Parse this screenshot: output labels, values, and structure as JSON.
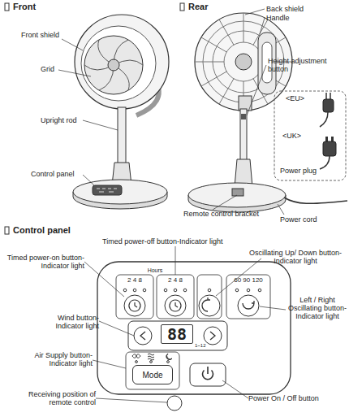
{
  "diagram": {
    "nodes": [
      {
        "text": [
          "88"
        ]
      },
      {
        "text": [
          "Mode"
        ]
      }
    ],
    "labels": [
      "Front",
      "Rear",
      "Back shield",
      "Handle",
      "Front shield",
      "Grid",
      "Height adjustment button",
      "<EU>",
      "Upright rod",
      "<UK>",
      "Control panel",
      "Power plug",
      "Remote control bracket",
      "Power cord",
      "Control panel",
      "Timed power-off button-Indicator light",
      "Timed power-on button-Indicator light",
      "Oscillating Up/ Down button-Indicator light",
      "Hours",
      "2 4 8",
      "2 4 8",
      "60 90 120",
      "Wind button-Indicator light",
      "Left / Right Oscillating button-Indicator light",
      "1~12",
      "Air Supply button-Indicator light",
      "Receiving position of remote control",
      "Power On / Off button"
    ]
  }
}
